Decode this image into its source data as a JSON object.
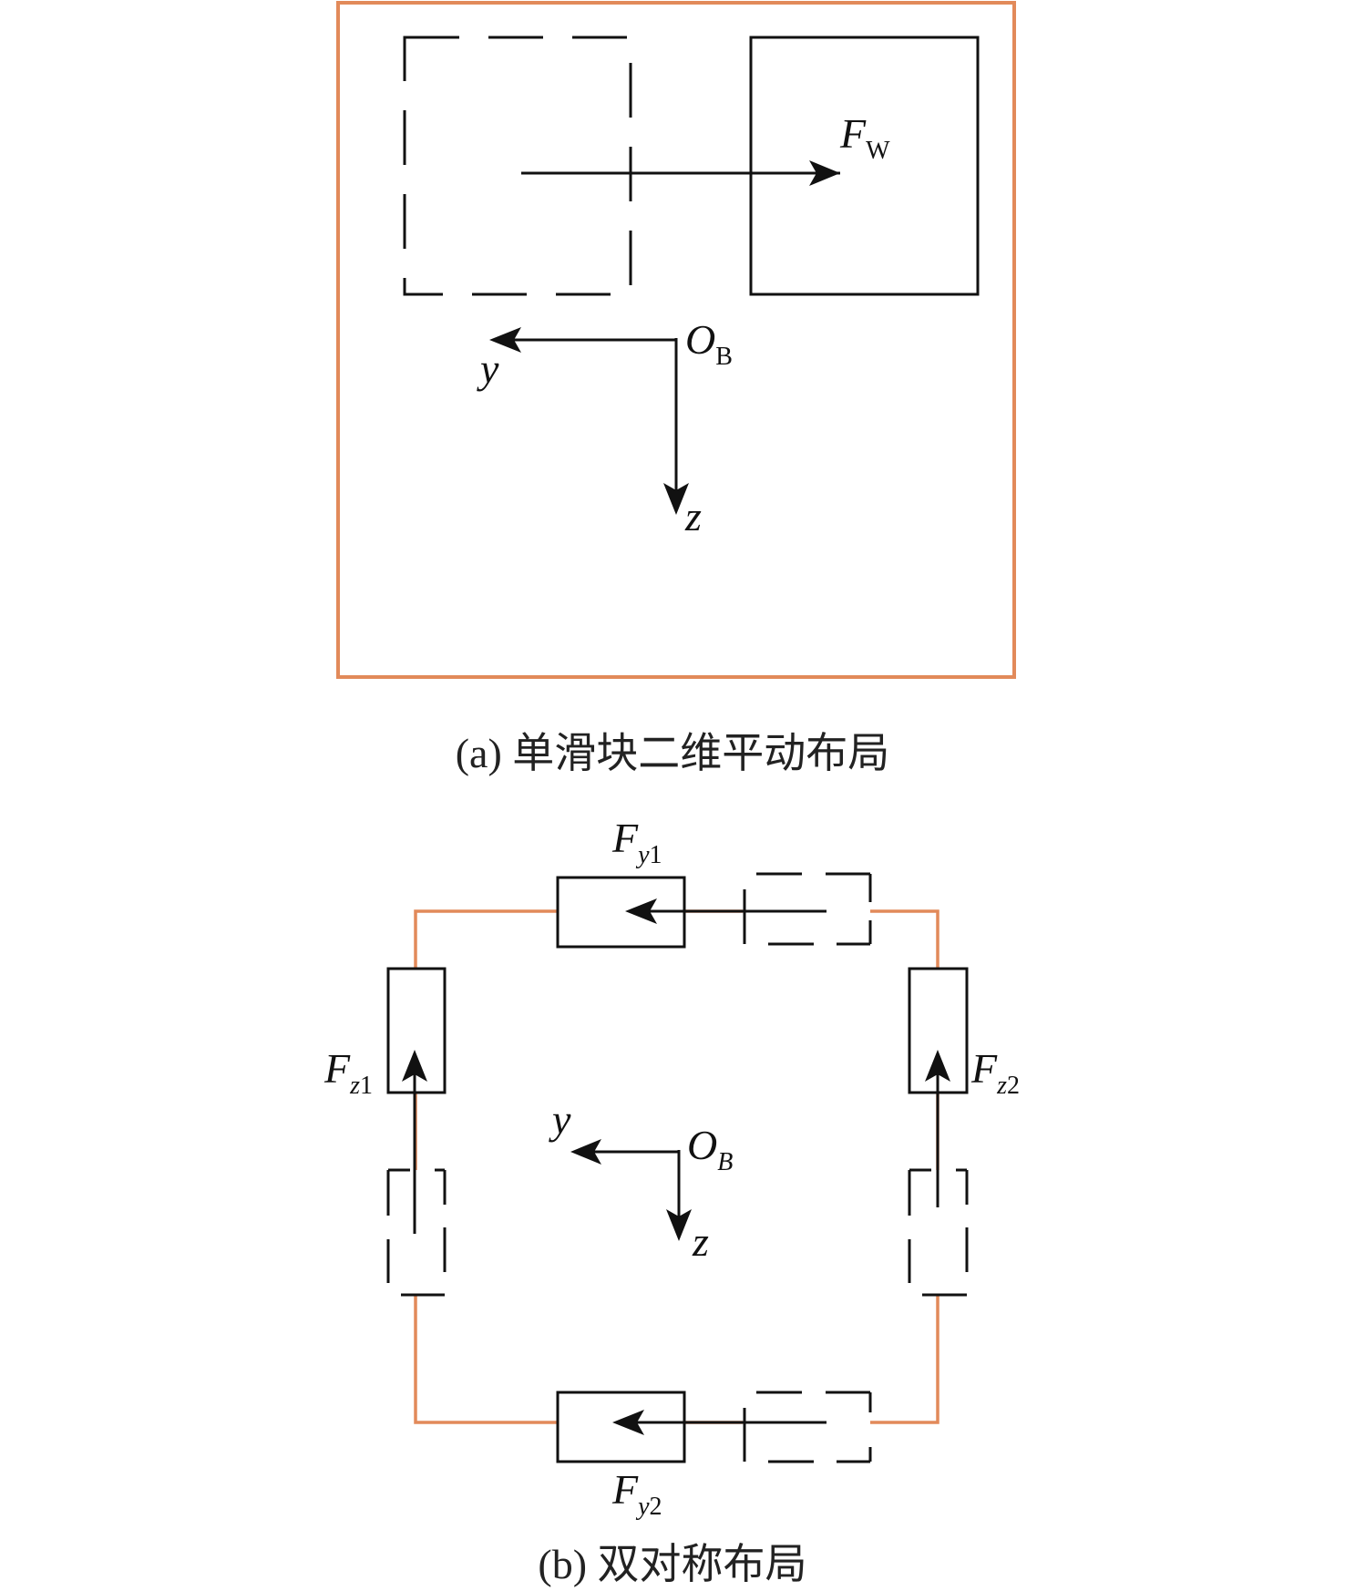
{
  "colors": {
    "frame": "#e28a5a",
    "line": "#111111"
  },
  "panel_a": {
    "force_label": {
      "main": "F",
      "sub": "W"
    },
    "origin_label": {
      "main": "O",
      "sub": "B"
    },
    "axis_y": "y",
    "axis_z": "z",
    "caption": "(a) 单滑块二维平动布局"
  },
  "panel_b": {
    "forces": {
      "fy1": {
        "main": "F",
        "sub_var": "y",
        "sub_num": "1"
      },
      "fy2": {
        "main": "F",
        "sub_var": "y",
        "sub_num": "2"
      },
      "fz1": {
        "main": "F",
        "sub_var": "z",
        "sub_num": "1"
      },
      "fz2": {
        "main": "F",
        "sub_var": "z",
        "sub_num": "2"
      }
    },
    "origin_label": {
      "main": "O",
      "sub": "B"
    },
    "axis_y": "y",
    "axis_z": "z",
    "caption": "(b) 双对称布局"
  }
}
